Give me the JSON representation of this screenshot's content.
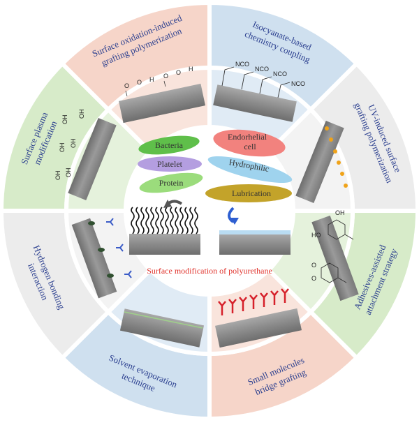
{
  "segments": [
    {
      "id": "isocyanate",
      "lines": [
        "Isocyanate-based",
        "chemistry coupling"
      ],
      "color": "#cfe0ef"
    },
    {
      "id": "uv",
      "lines": [
        "UV-induced surface",
        "grafting polymerization"
      ],
      "color": "#ececec"
    },
    {
      "id": "adhesives",
      "lines": [
        "Adhesives-assisted",
        "attachment strategy"
      ],
      "color": "#d7ebc9"
    },
    {
      "id": "small-molecules",
      "lines": [
        "Small molecules",
        "bridge grafting"
      ],
      "color": "#f6d5c9"
    },
    {
      "id": "solvent",
      "lines": [
        "Solvent evaporation",
        "technique"
      ],
      "color": "#cfe0ef"
    },
    {
      "id": "hydrogen",
      "lines": [
        "Hydrogen bonding",
        "interaction"
      ],
      "color": "#ececec"
    },
    {
      "id": "plasma",
      "lines": [
        "Surface plasma",
        "modification"
      ],
      "color": "#d7ebc9"
    },
    {
      "id": "oxidation",
      "lines": [
        "Surface oxidation-induced",
        "grafting polymerization"
      ],
      "color": "#f6d5c9"
    }
  ],
  "center": {
    "title": "Surface modification of polyurethane",
    "title_color": "#e0332c",
    "left_labels": [
      {
        "text": "Bacteria",
        "color": "#5fbf4a"
      },
      {
        "text": "Platelet",
        "color": "#b49ee0"
      },
      {
        "text": "Protein",
        "color": "#9bdc7c"
      }
    ],
    "right_labels": [
      {
        "text": "Endorhelial",
        "text2": "cell",
        "color": "#f2827e"
      },
      {
        "text": "Hydrophilic",
        "color": "#9fd3ee"
      },
      {
        "text": "Lubrication",
        "color": "#c3a32a"
      }
    ]
  },
  "chemistry": {
    "nco": "NCO",
    "oh": "OH",
    "oxidation_groups": [
      "O",
      "O",
      "H",
      "O",
      "O",
      "H"
    ],
    "dopamine_oh": [
      "HO",
      "OH"
    ],
    "quinone_o": [
      "O",
      "O"
    ]
  },
  "colors": {
    "divider": "#ffffff",
    "slab": "#8f8f8f",
    "slab_dark": "#6a6a6a"
  }
}
